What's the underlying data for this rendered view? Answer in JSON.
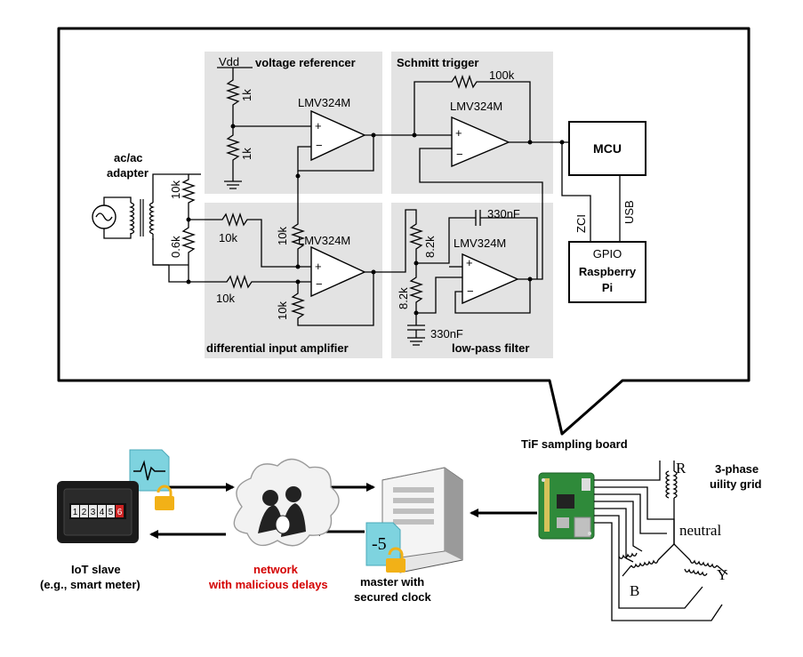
{
  "circuit": {
    "panels": {
      "voltage_reference": "voltage referencer",
      "schmitt_trigger": "Schmitt trigger",
      "differential_amplifier": "differential input amplifier",
      "low_pass_filter": "low-pass filter"
    },
    "adapter_label_line1": "ac/ac",
    "adapter_label_line2": "adapter",
    "vdd": "Vdd",
    "opamp": "LMV324M",
    "r_1k": "1k",
    "r_10k": "10k",
    "r_06k": "0.6k",
    "r_100k": "100k",
    "r_82k": "8.2k",
    "c_330nf": "330nF",
    "mcu": "MCU",
    "zci": "ZCI",
    "usb": "USB",
    "gpio": "GPIO",
    "rpi_line1": "Raspberry",
    "rpi_line2": "Pi"
  },
  "system": {
    "sampling_board": "TiF sampling board",
    "grid_line1": "3-phase",
    "grid_line2": "uility grid",
    "phase_r": "R",
    "phase_y": "Y",
    "phase_b": "B",
    "neutral": "neutral",
    "iot_line1": "IoT slave",
    "iot_line2": "(e.g., smart meter)",
    "meter_digits": [
      "1",
      "2",
      "3",
      "4",
      "5",
      "6"
    ],
    "network_line1": "network",
    "network_line2": "with malicious delays",
    "master_line1": "master with",
    "master_line2": "secured clock",
    "clock_offset": "-5"
  },
  "colors": {
    "panel": "#e3e3e3",
    "warning_text": "#d40000",
    "packet": "#7ed3df",
    "lock": "#f2b117",
    "pcb": "#2f8a3a",
    "meter_last_digit": "#cc2222"
  }
}
